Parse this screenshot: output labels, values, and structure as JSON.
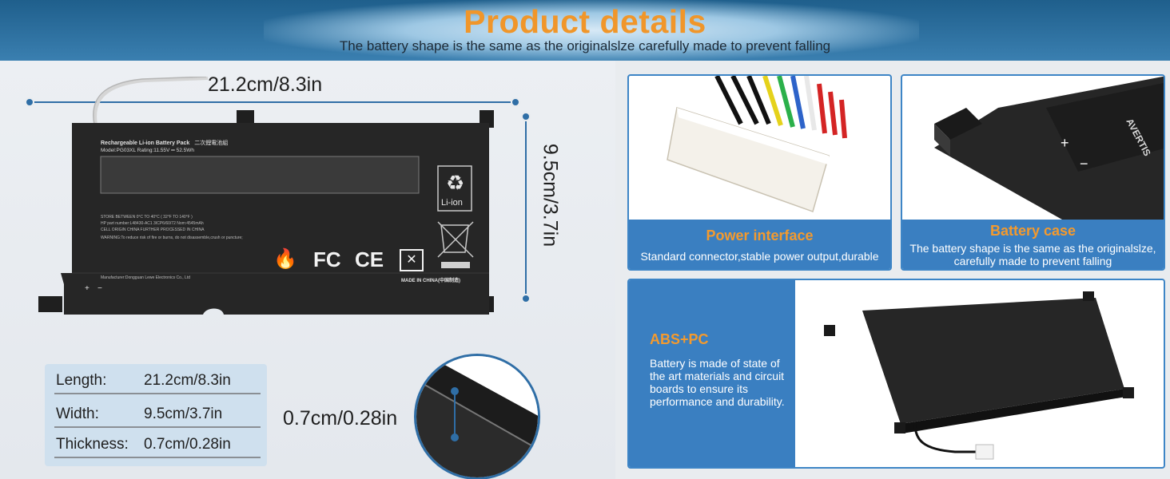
{
  "header": {
    "title": "Product details",
    "subtitle": "The battery shape is the same as the originalslze carefully made to prevent falling"
  },
  "dimensions": {
    "length_label": "21.2cm/8.3in",
    "width_label": "9.5cm/3.7in",
    "thickness_label": "0.7cm/0.28in"
  },
  "battery_label": {
    "heading": "Rechargeable Li-ion Battery Pack",
    "heading_cn": "二次鋰電池組",
    "model": "Model:PG03XL  Rating:11.55V ═ 52.5Wh",
    "store": "STORE BETWEEN 0°C TO 40°C ( 32°F TO 140°F )",
    "part": "HP part number:L48430-AC1  3ICP6/60/72  Nom:4545mAh",
    "origin": "CELL ORIGIN CHINA FURTHER PROCESSED IN CHINA",
    "warning": "WARNING:To reduce risk of fire or burns, do not disassemble,crush or puncture;",
    "manufacturer": "Manufacturer:Dongguan Lewe Electronics Co., Ltd",
    "made_in": "MADE IN CHINA(中国制造)",
    "recycle": "Li-ion",
    "polarity_plus": "+",
    "polarity_minus": "−"
  },
  "specs": [
    {
      "key": "Length:",
      "value": "21.2cm/8.3in"
    },
    {
      "key": "Width:",
      "value": "9.5cm/3.7in"
    },
    {
      "key": "Thickness:",
      "value": "0.7cm/0.28in"
    }
  ],
  "panels": {
    "power": {
      "title": "Power interface",
      "desc": "Standard connector,stable power output,durable"
    },
    "case": {
      "title": "Battery case",
      "desc_line1": "The battery shape is the same as the originalslze,",
      "desc_line2": "carefully made to prevent falling",
      "plus": "+",
      "minus": "−",
      "label_text": "AVERTIS"
    },
    "abs": {
      "title": "ABS+PC",
      "desc": "Battery is made of state of the art materials and circuit boards to ensure its performance and durability."
    }
  },
  "colors": {
    "accent": "#f39a2e",
    "brand_blue": "#3a7fc1",
    "dimension_blue": "#2f6ea6",
    "battery_black": "#262626"
  }
}
